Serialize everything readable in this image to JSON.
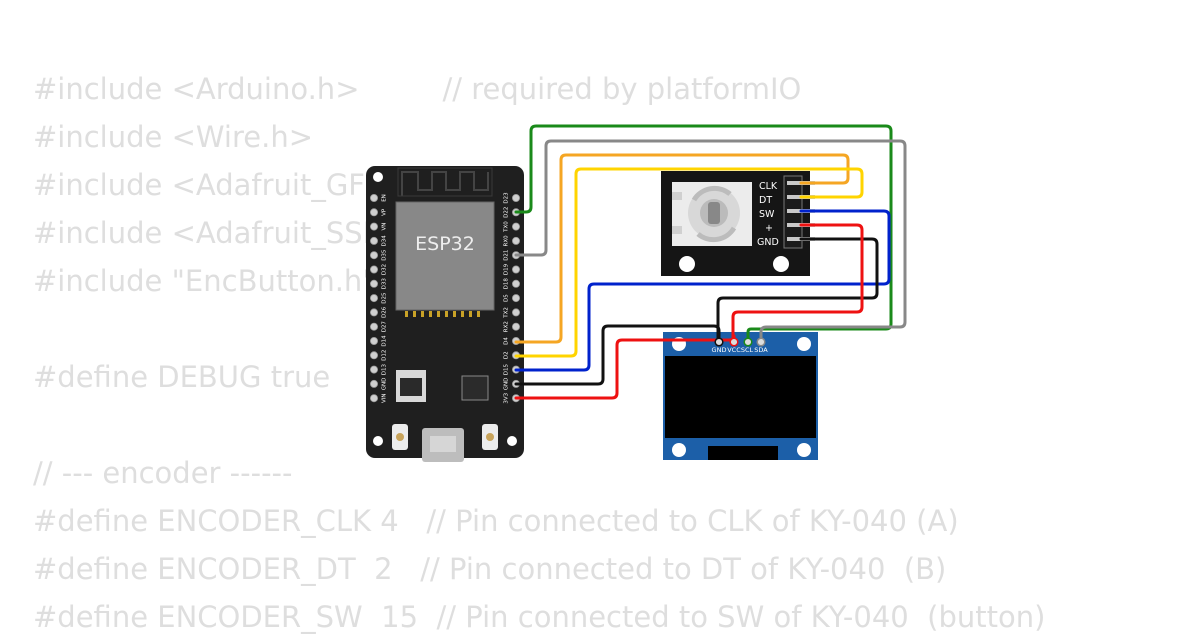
{
  "code_lines": [
    {
      "text": "#include <Arduino.h>         // required by platformIO"
    },
    {
      "text": "#include <Wire.h>"
    },
    {
      "text": "#include <Adafruit_GFX.h>"
    },
    {
      "text": "#include <Adafruit_SSD1306.h>"
    },
    {
      "text": "#include \"EncButton.h\""
    },
    {
      "text": ""
    },
    {
      "text": "#define DEBUG true"
    },
    {
      "text": ""
    },
    {
      "text": "// --- encoder ------"
    },
    {
      "text": "#define ENCODER_CLK 4   // Pin connected to CLK of KY-040 (A)"
    },
    {
      "text": "#define ENCODER_DT  2   // Pin connected to DT of KY-040  (B)"
    },
    {
      "text": "#define ENCODER_SW  15  // Pin connected to SW of KY-040  (button)"
    }
  ],
  "esp32": {
    "chip_label": "ESP32",
    "left_pins": [
      "EN",
      "VP",
      "VN",
      "D34",
      "D35",
      "D32",
      "D33",
      "D25",
      "D26",
      "D27",
      "D14",
      "D12",
      "D13",
      "GND",
      "VIN"
    ],
    "right_pins": [
      "D23",
      "D22",
      "TX0",
      "RX0",
      "D21",
      "D19",
      "D18",
      "D5",
      "TX2",
      "RX2",
      "D4",
      "D2",
      "D15",
      "GND",
      "3V3"
    ]
  },
  "encoder": {
    "pins": [
      "CLK",
      "DT",
      "SW",
      "+",
      "GND"
    ]
  },
  "oled": {
    "pins": [
      "GND",
      "VCC",
      "SCL",
      "SDA"
    ]
  },
  "colors": {
    "green": "#1a8a1a",
    "gray": "#888888",
    "orange": "#f5a623",
    "yellow": "#ffd400",
    "blue": "#0022cc",
    "black": "#111111",
    "red": "#ee1111",
    "oled_board": "#1c5fa8",
    "board": "#222222"
  }
}
